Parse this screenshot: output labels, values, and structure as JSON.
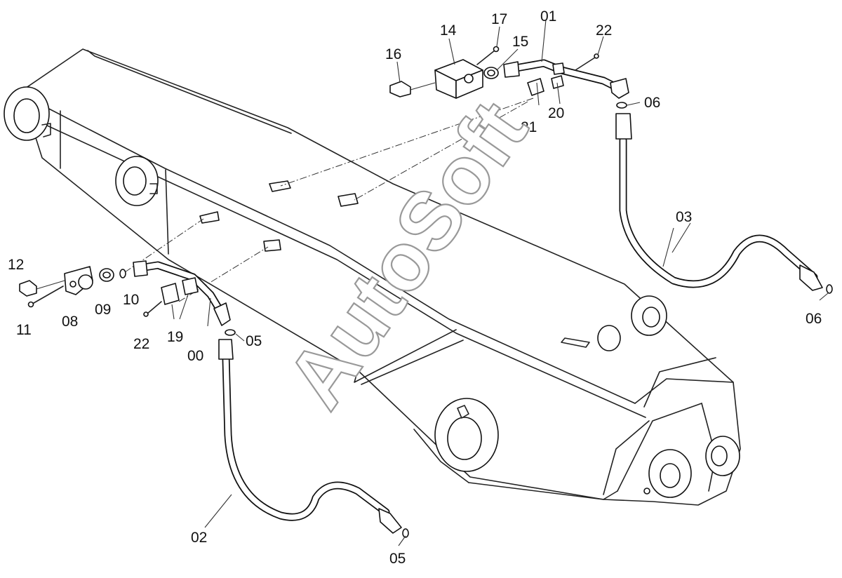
{
  "watermark": "AutoSoft",
  "part_labels": {
    "p00": "00",
    "p01": "01",
    "p02": "02",
    "p03": "03",
    "p05_top": "05",
    "p05_bottom": "05",
    "p06_top": "06",
    "p06_right": "06",
    "p08": "08",
    "p09": "09",
    "p10": "10",
    "p11": "11",
    "p12": "12",
    "p14": "14",
    "p15": "15",
    "p16": "16",
    "p17": "17",
    "p19": "19",
    "p20": "20",
    "p21": "21",
    "p22_top": "22",
    "p22_bottom": "22"
  }
}
